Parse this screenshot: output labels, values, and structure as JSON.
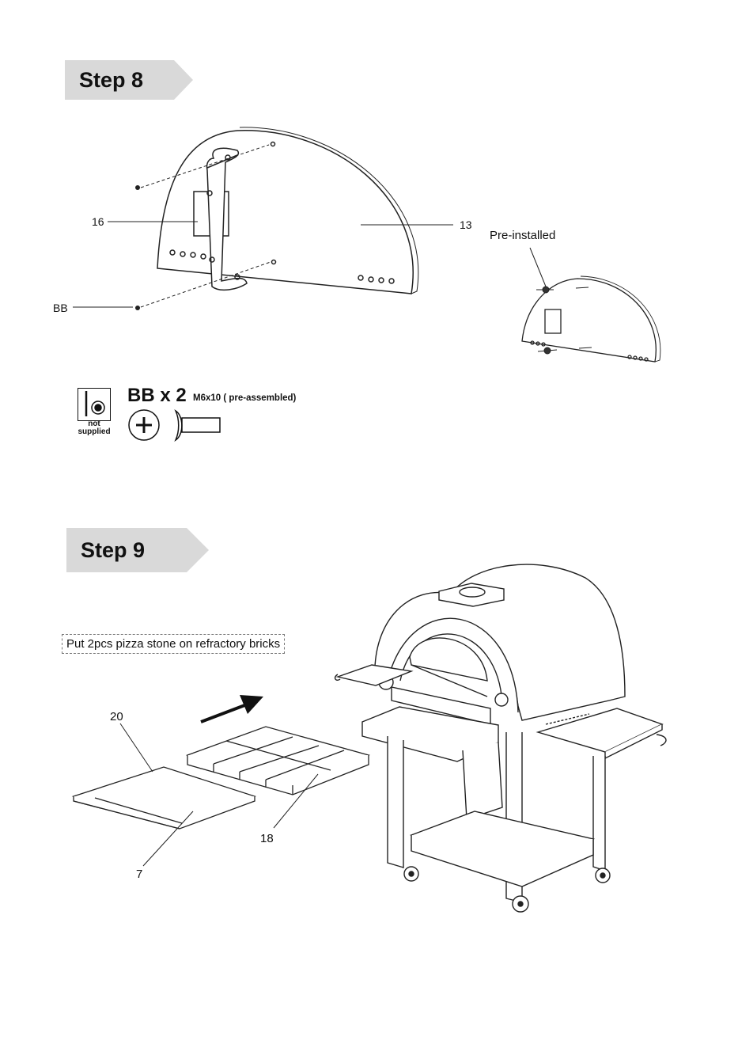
{
  "step8": {
    "title": "Step 8",
    "callouts": {
      "part_16": "16",
      "part_13": "13",
      "part_bb": "BB",
      "pre_installed": "Pre-installed"
    },
    "hardware": {
      "tool_icon": "screwdriver-icon",
      "not_supplied": "not supplied",
      "label": "BB x 2",
      "spec": "M6x10 ( pre-assembled)"
    }
  },
  "step9": {
    "title": "Step 9",
    "note": "Put 2pcs pizza stone on refractory bricks",
    "callouts": {
      "part_20": "20",
      "part_18": "18",
      "part_7": "7"
    }
  }
}
